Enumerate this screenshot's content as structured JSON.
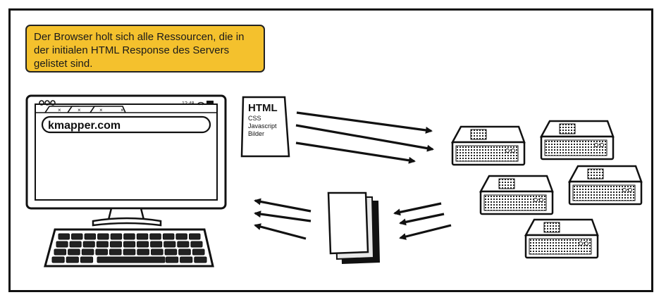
{
  "callout": {
    "lines": [
      "Der Browser holt sich alle Ressourcen, die in",
      "der initialen HTML Response des Servers",
      "gelistet sind."
    ]
  },
  "browser": {
    "url": "kmapper.com",
    "clock": "12:48"
  },
  "html_doc": {
    "title": "HTML",
    "items": [
      "CSS",
      "Javascript",
      "Bilder"
    ]
  },
  "colors": {
    "callout_bg": "#f4c12d",
    "ink": "#111111"
  }
}
